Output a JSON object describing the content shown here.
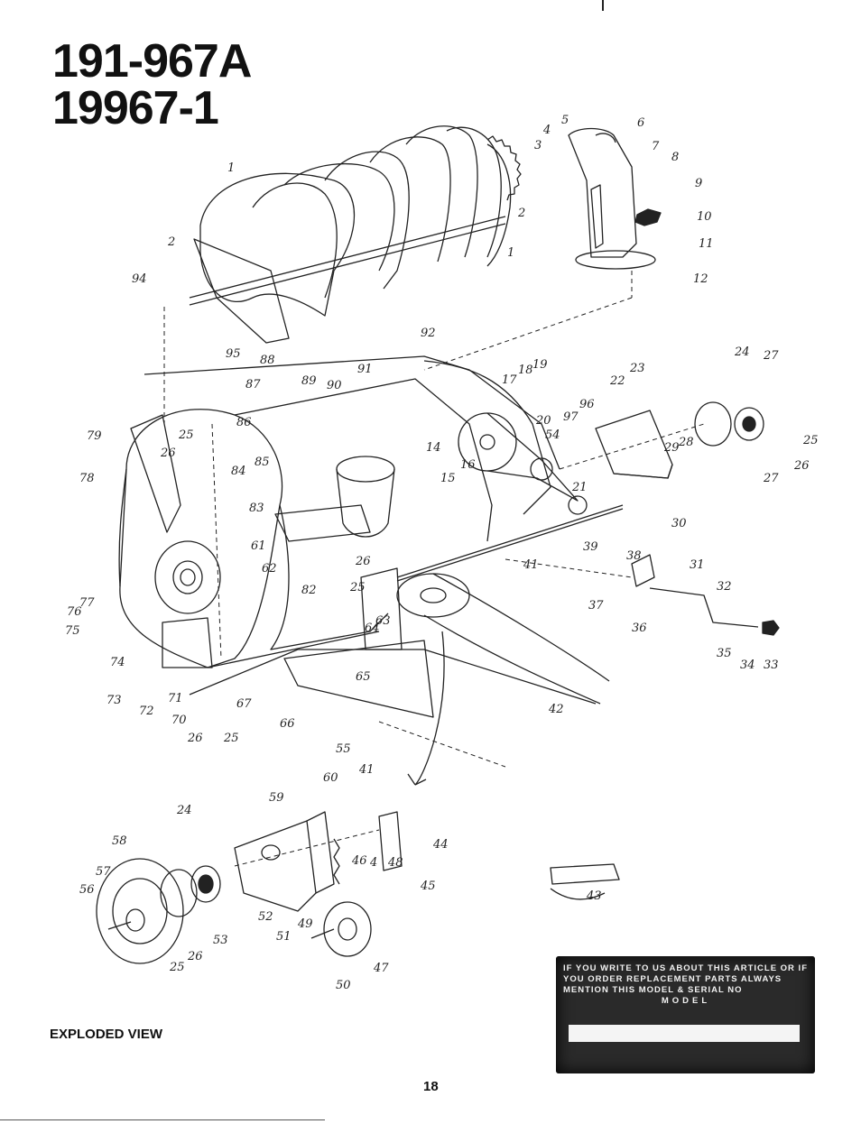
{
  "header": {
    "model_number_1": "191-967A",
    "model_number_2": "19967-1"
  },
  "callouts": [
    "1",
    "2",
    "3",
    "4",
    "5",
    "6",
    "7",
    "8",
    "9",
    "10",
    "11",
    "12",
    "14",
    "15",
    "16",
    "17",
    "18",
    "19",
    "20",
    "21",
    "22",
    "23",
    "24",
    "25",
    "26",
    "27",
    "28",
    "29",
    "30",
    "31",
    "32",
    "33",
    "34",
    "35",
    "36",
    "37",
    "38",
    "39",
    "41",
    "42",
    "43",
    "44",
    "45",
    "46",
    "47",
    "48",
    "49",
    "50",
    "51",
    "52",
    "53",
    "54",
    "55",
    "56",
    "57",
    "58",
    "59",
    "60",
    "61",
    "62",
    "63",
    "64",
    "65",
    "66",
    "67",
    "70",
    "71",
    "72",
    "73",
    "74",
    "75",
    "76",
    "77",
    "78",
    "79",
    "82",
    "83",
    "84",
    "85",
    "86",
    "87",
    "88",
    "89",
    "90",
    "91",
    "92",
    "94",
    "95",
    "96",
    "97"
  ],
  "footer": {
    "section_label": "EXPLODED VIEW",
    "page_number": "18"
  },
  "notice": {
    "text": "IF YOU WRITE TO US ABOUT THIS ARTICLE OR IF YOU ORDER REPLACEMENT PARTS ALWAYS MENTION THIS MODEL & SERIAL NO",
    "model_label": "MODEL"
  }
}
